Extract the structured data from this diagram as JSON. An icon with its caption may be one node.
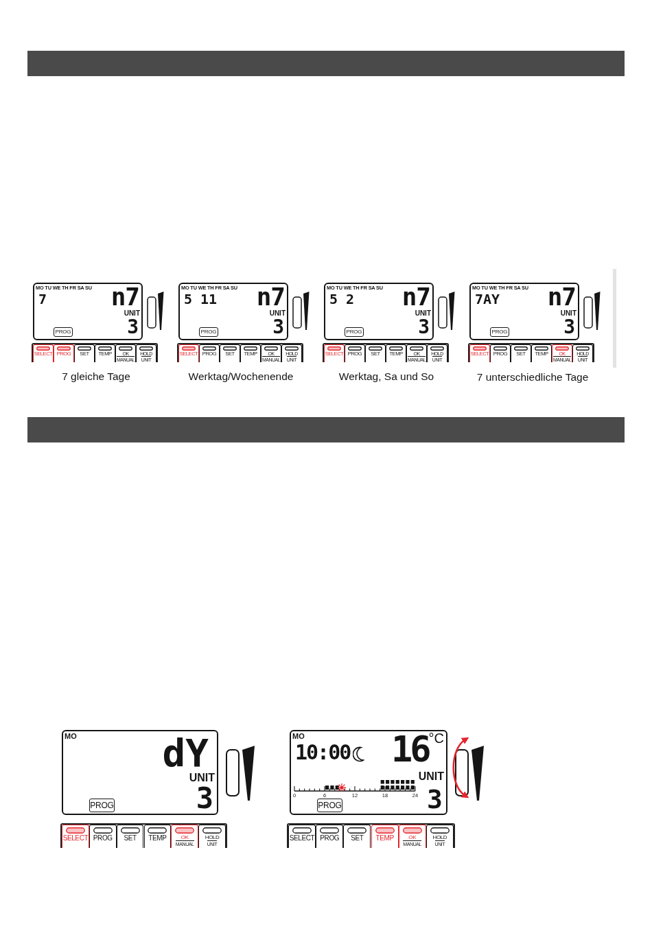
{
  "diagram": {
    "nodes": [
      {
        "text": [
          "MO TU WE TH FR SA SU",
          "7",
          "n7",
          "UNIT",
          "3"
        ]
      },
      {
        "text": [
          "PROG"
        ],
        "in": 0
      },
      {
        "text": [],
        "shape": "bar"
      },
      {
        "text": [
          "SELECT"
        ],
        "in": 2
      },
      {
        "text": [
          "PROG"
        ],
        "in": 2
      },
      {
        "text": [
          "SET"
        ],
        "in": 2
      },
      {
        "text": [
          "TEMP"
        ],
        "in": 2
      },
      {
        "text": [
          "OK",
          "MANUAL"
        ],
        "in": 2
      },
      {
        "text": [
          "HOLD",
          "UNIT"
        ],
        "in": 2
      },
      {
        "text": [
          "MO TU WE TH FR SA SU",
          "5 11",
          "n7",
          "UNIT",
          "3"
        ]
      },
      {
        "text": [
          "PROG"
        ],
        "in": 9
      },
      {
        "text": [],
        "shape": "bar"
      },
      {
        "text": [
          "SELECT"
        ],
        "in": 11
      },
      {
        "text": [
          "PROG"
        ],
        "in": 11
      },
      {
        "text": [
          "SET"
        ],
        "in": 11
      },
      {
        "text": [
          "TEMP"
        ],
        "in": 11
      },
      {
        "text": [
          "OK",
          "MANUAL"
        ],
        "in": 11
      },
      {
        "text": [
          "HOLD",
          "UNIT"
        ],
        "in": 11
      },
      {
        "text": [
          "MO TU WE TH FR SA SU",
          "5 2",
          "n7",
          "UNIT",
          "3"
        ]
      },
      {
        "text": [
          "PROG"
        ],
        "in": 18
      },
      {
        "text": [],
        "shape": "bar"
      },
      {
        "text": [
          "SELECT"
        ],
        "in": 20
      },
      {
        "text": [
          "PROG"
        ],
        "in": 20
      },
      {
        "text": [
          "SET"
        ],
        "in": 20
      },
      {
        "text": [
          "TEMP"
        ],
        "in": 20
      },
      {
        "text": [
          "OK",
          "MANUAL"
        ],
        "in": 20
      },
      {
        "text": [
          "HOLD",
          "UNIT"
        ],
        "in": 20
      },
      {
        "text": [
          "MO TU WE TH FR SA SU",
          "7AY",
          "n7",
          "UNIT",
          "3"
        ]
      },
      {
        "text": [
          "PROG"
        ],
        "in": 27
      },
      {
        "text": [],
        "shape": "bar"
      },
      {
        "text": [
          "SELECT"
        ],
        "in": 29
      },
      {
        "text": [
          "PROG"
        ],
        "in": 29
      },
      {
        "text": [
          "SET"
        ],
        "in": 29
      },
      {
        "text": [
          "TEMP"
        ],
        "in": 29
      },
      {
        "text": [
          "OK",
          "MANUAL"
        ],
        "in": 29
      },
      {
        "text": [
          "HOLD",
          "UNIT"
        ],
        "in": 29
      },
      {
        "text": [
          "MO",
          "dY",
          "UNIT",
          "3"
        ]
      },
      {
        "text": [
          "PROG"
        ],
        "in": 36
      },
      {
        "text": [],
        "shape": "bar"
      },
      {
        "text": [
          "SELECT"
        ],
        "in": 38
      },
      {
        "text": [
          "PROG"
        ],
        "in": 38
      },
      {
        "text": [
          "SET"
        ],
        "in": 38
      },
      {
        "text": [
          "TEMP"
        ],
        "in": 38
      },
      {
        "text": [
          "OK",
          "MANUAL"
        ],
        "in": 38
      },
      {
        "text": [
          "HOLD",
          "UNIT"
        ],
        "in": 38
      },
      {
        "text": [
          "MO",
          "10:00",
          "16",
          "°C",
          "UNIT",
          "0",
          "6",
          "12",
          "18",
          "24",
          "3"
        ]
      },
      {
        "text": [
          "PROG"
        ],
        "in": 45
      },
      {
        "text": [],
        "shape": "bar"
      },
      {
        "text": [
          "SELECT"
        ],
        "in": 47
      },
      {
        "text": [
          "PROG"
        ],
        "in": 47
      },
      {
        "text": [
          "SET"
        ],
        "in": 47
      },
      {
        "text": [
          "TEMP"
        ],
        "in": 47
      },
      {
        "text": [
          "OK",
          "MANUAL"
        ],
        "in": 47
      },
      {
        "text": [
          "HOLD",
          "UNIT"
        ],
        "in": 47
      }
    ],
    "labels": [
      "7 gleiche Tage",
      "Werktag/Wochenende",
      "Werktag, Sa und So",
      "7 unterschiedliche Tage"
    ]
  }
}
